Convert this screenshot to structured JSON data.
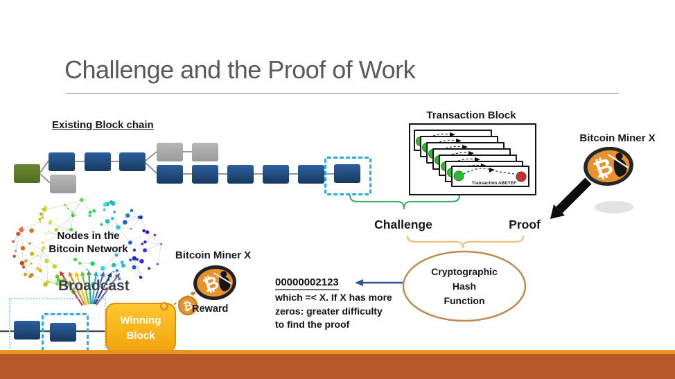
{
  "title": "Challenge and the Proof of Work",
  "blockchain": {
    "label": "Existing Block chain"
  },
  "transaction_block": {
    "label": "Transaction Block",
    "front_card_label": "Transaction ABEYEF"
  },
  "miner_top": {
    "label": "Bitcoin Miner X"
  },
  "miner_bottom": {
    "label": "Bitcoin Miner X",
    "reward_label": "Reward"
  },
  "network": {
    "label_line1": "Nodes in the",
    "label_line2": "Bitcoin Network",
    "broadcast_label": "Broadcast",
    "arrow_colors": [
      "#C0392B",
      "#E67E22",
      "#F1C40F",
      "#7DBB42",
      "#27A860",
      "#29ABE2",
      "#2E6DB4",
      "#203864",
      "#7E57A5"
    ]
  },
  "winning_block": {
    "line1": "Winning",
    "line2": "Block"
  },
  "challenge_label": "Challenge",
  "proof_label": "Proof",
  "hash_function": {
    "line1": "Cryptographic",
    "line2": "Hash",
    "line3": "Function"
  },
  "hash_output": {
    "value": "00000002123",
    "note_line1": "which =< X. If X has more",
    "note_line2": "zeros: greater difficulty",
    "note_line3": "to find the proof"
  },
  "icons": {
    "btc": "₿"
  },
  "colors": {
    "block_blue": "#1F4978",
    "block_gray": "#A6A6A6",
    "block_green": "#5E7A2C",
    "highlight_dashed": "#29ABE2",
    "winning_block": "#F9B013",
    "challenge_brace": "#3FAE6C",
    "proof_brace": "#EFBE7D",
    "hash_ellipse_stroke": "#C08A4E",
    "arrow_blue": "#2F5496",
    "coin_orange": "#E8912D",
    "bottom_bar": "#B45A27",
    "bottom_bar_accent": "#E8951F"
  }
}
